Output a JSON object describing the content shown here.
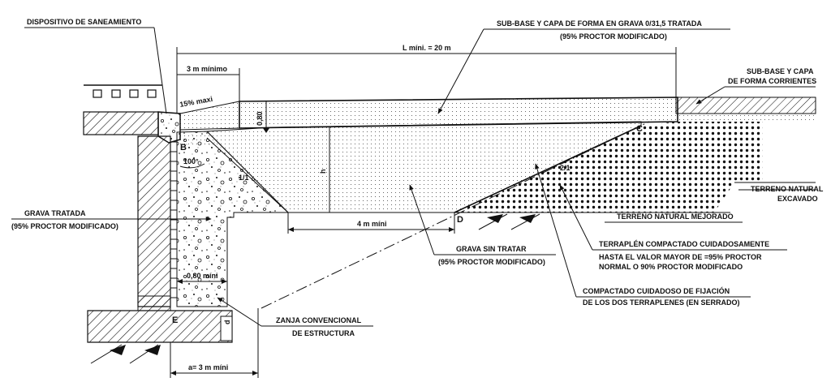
{
  "labels": {
    "saneamiento": "DISPOSITIVO DE SANEAMIENTO",
    "subbase_tratada_1": "SUB-BASE Y CAPA DE FORMA EN GRAVA 0/31,5 TRATADA",
    "subbase_tratada_2": "(95% PROCTOR MODIFICADO)",
    "subbase_corriente_1": "SUB-BASE Y CAPA",
    "subbase_corriente_2": "DE FORMA CORRIENTES",
    "terreno_excavado_1": "TERRENO NATURAL",
    "terreno_excavado_2": "EXCAVADO",
    "terreno_mejorado": "TERRENO NATURAL MEJORADO",
    "terraplen_1": "TERRAPLÉN COMPACTADO CUIDADOSAMENTE",
    "terraplen_2": "HASTA EL VALOR MAYOR DE =95% PROCTOR",
    "terraplen_3": "NORMAL O 90% PROCTOR MODIFICADO",
    "grava_sin_tratar_1": "GRAVA SIN TRATAR",
    "grava_sin_tratar_2": "(95% PROCTOR MODIFICADO)",
    "grava_tratada_1": "GRAVA TRATADA",
    "grava_tratada_2": "(95% PROCTOR MODIFICADO)",
    "compactado_1": "COMPACTADO CUIDADOSO DE FIJACIÓN",
    "compactado_2": "DE LOS DOS TERRAPLENES (EN SERRADO)",
    "zanja_1": "ZANJA CONVENCIONAL",
    "zanja_2": "DE ESTRUCTURA"
  },
  "dimensions": {
    "l_min": "L míni. = 20 m",
    "three_min": "3 m mínimo",
    "slope": "15% maxi",
    "thickness": "0,80",
    "h": "h",
    "angle": "100°",
    "ratio_1": "1/1",
    "ratio_2": "2/1",
    "four_min": "4 m míni",
    "eighty_min": "0,80 míni",
    "a_min": "a= 3 m míni",
    "d": "d"
  },
  "points": {
    "b": "B",
    "c": "C",
    "d": "D",
    "e": "E"
  }
}
